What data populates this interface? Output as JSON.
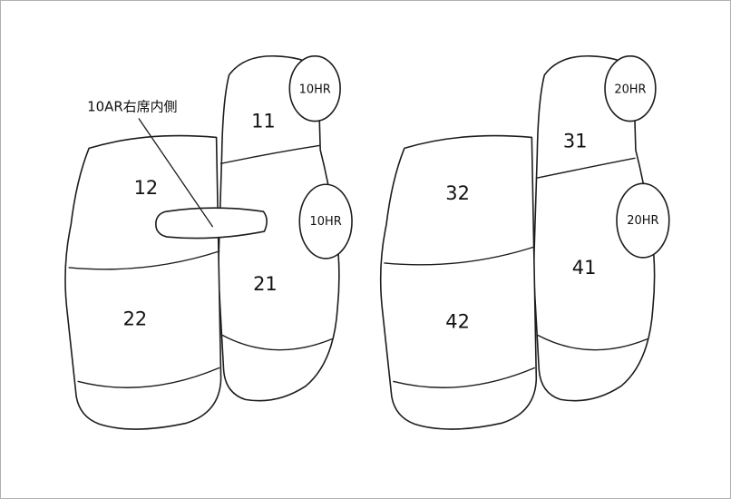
{
  "diagram": {
    "title_hint": "seat-cover-pattern-diagram",
    "line_color": "#1c1c1c",
    "background_color": "#ffffff",
    "annotation": {
      "label": "10AR右席内側"
    },
    "left_seat": {
      "headrest_top": "10HR",
      "headrest_bottom": "10HR",
      "back_upper": "11",
      "cushion_upper": "12",
      "back_lower": "21",
      "cushion_lower": "22"
    },
    "right_seat": {
      "headrest_top": "20HR",
      "headrest_bottom": "20HR",
      "back_upper": "31",
      "cushion_upper": "32",
      "back_lower": "41",
      "cushion_lower": "42"
    }
  }
}
